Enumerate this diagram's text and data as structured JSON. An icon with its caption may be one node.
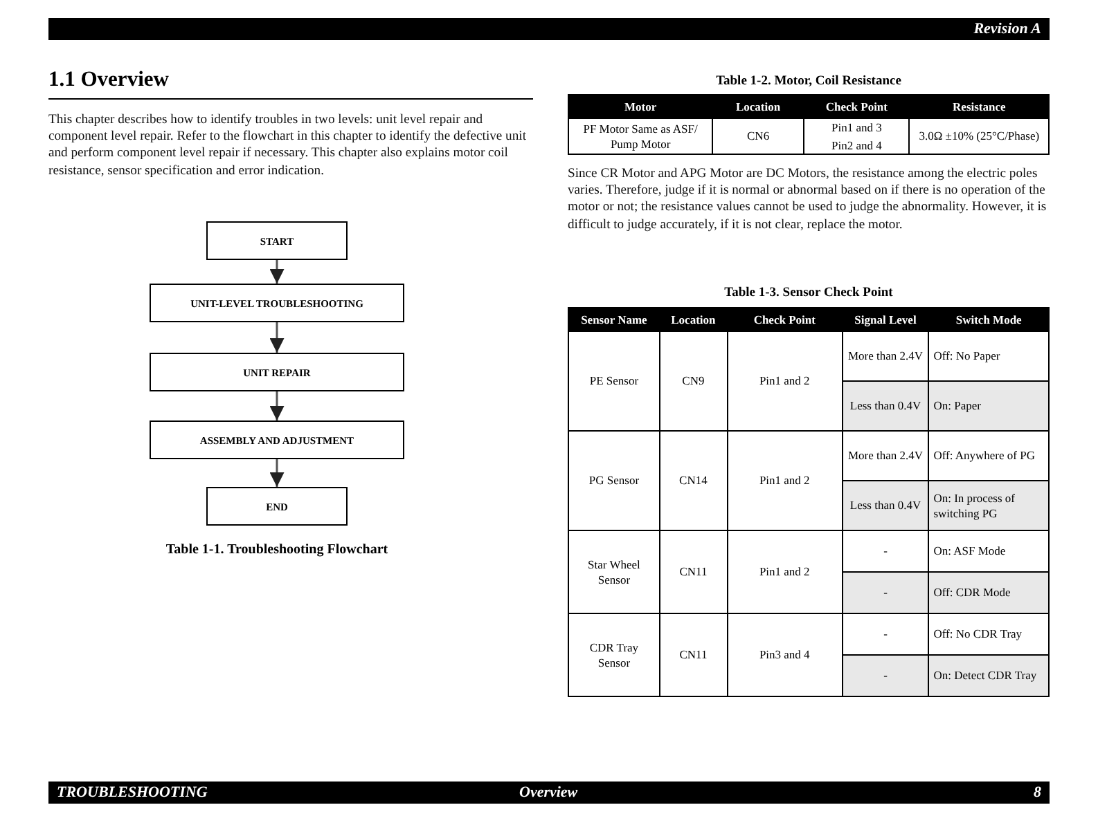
{
  "diagram": {
    "title": "1.1 Overview",
    "caption": "Table 1-1. Troubleshooting Flowchart",
    "nodes": [
      {
        "text": [
          "START"
        ]
      },
      {
        "text": [
          "UNIT-LEVEL TROUBLESHOOTING"
        ]
      },
      {
        "text": [
          "UNIT REPAIR"
        ]
      },
      {
        "text": [
          "ASSEMBLY AND ADJUSTMENT"
        ]
      },
      {
        "text": [
          "END"
        ]
      }
    ],
    "edges": [
      {
        "from": 0,
        "to": 1,
        "arrow": "to"
      },
      {
        "from": 1,
        "to": 2,
        "arrow": "to"
      },
      {
        "from": 2,
        "to": 3,
        "arrow": "to"
      },
      {
        "from": 3,
        "to": 4,
        "arrow": "to"
      }
    ],
    "labels": [
      "Revision A",
      "This chapter describes how to identify troubles in two levels: unit level repair and component level repair. Refer to the flowchart in this chapter to identify the defective unit and perform component level repair if necessary. This chapter also explains motor coil resistance, sensor specification and error indication.",
      "Table 1-2. Motor, Coil Resistance",
      "Motor",
      "Location",
      "Check Point",
      "Resistance",
      "PF Motor Same as ASF/ Pump Motor",
      "CN6",
      "Pin1 and 3",
      "Pin2 and 4",
      "3.0Ω ±10% (25°C/Phase)",
      "Since CR Motor and APG Motor are DC Motors, the resistance among the electric poles varies. Therefore, judge if it is normal or abnormal based on if there is no operation of the motor or not; the resistance values cannot be used to judge the abnormality. However, it is difficult to judge accurately, if it is not clear, replace the motor.",
      "Table 1-3. Sensor Check Point",
      "Sensor Name",
      "Location",
      "Check Point",
      "Signal Level",
      "Switch Mode",
      "PE Sensor",
      "CN9",
      "Pin1 and 2",
      "More than 2.4V",
      "Off: No Paper",
      "Less than 0.4V",
      "On: Paper",
      "PG Sensor",
      "CN14",
      "Pin1 and 2",
      "More than 2.4V",
      "Off: Anywhere of PG",
      "Less than 0.4V",
      "On: In process of switching PG",
      "Star Wheel Sensor",
      "CN11",
      "Pin1 and 2",
      "-",
      "On: ASF Mode",
      "-",
      "Off: CDR Mode",
      "CDR Tray Sensor",
      "CN11",
      "Pin3 and 4",
      "-",
      "Off: No CDR Tray",
      "-",
      "On: Detect CDR Tray",
      "TROUBLESHOOTING",
      "Overview",
      "8"
    ]
  }
}
